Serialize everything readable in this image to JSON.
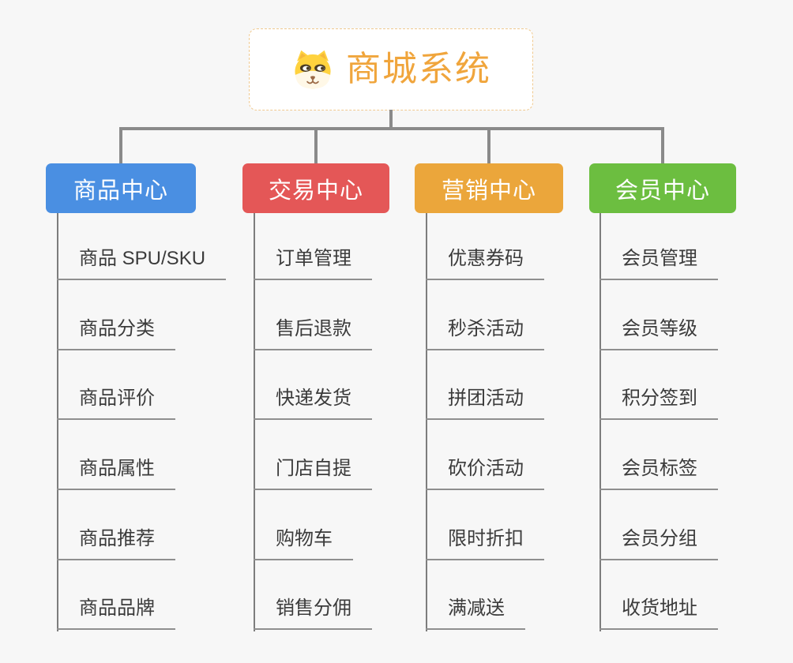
{
  "root": {
    "title": "商城系统",
    "icon": "shiba-dog-icon",
    "title_color": "#F0A53C",
    "border_color": "#F0C98F"
  },
  "branches": [
    {
      "label": "商品中心",
      "color": "#4A8FE2",
      "items": [
        "商品 SPU/SKU",
        "商品分类",
        "商品评价",
        "商品属性",
        "商品推荐",
        "商品品牌"
      ]
    },
    {
      "label": "交易中心",
      "color": "#E45757",
      "items": [
        "订单管理",
        "售后退款",
        "快递发货",
        "门店自提",
        "购物车",
        "销售分佣"
      ]
    },
    {
      "label": "营销中心",
      "color": "#EBA63B",
      "items": [
        "优惠券码",
        "秒杀活动",
        "拼团活动",
        "砍价活动",
        "限时折扣",
        "满减送"
      ]
    },
    {
      "label": "会员中心",
      "color": "#6CBE40",
      "items": [
        "会员管理",
        "会员等级",
        "积分签到",
        "会员标签",
        "会员分组",
        "收货地址"
      ]
    }
  ],
  "colors": {
    "background": "#F7F7F7",
    "connector": "#8A8A8A",
    "spine": "#7D7D7D",
    "leaf_text": "#3B3B3B",
    "leaf_underline": "#8F8F8F"
  }
}
